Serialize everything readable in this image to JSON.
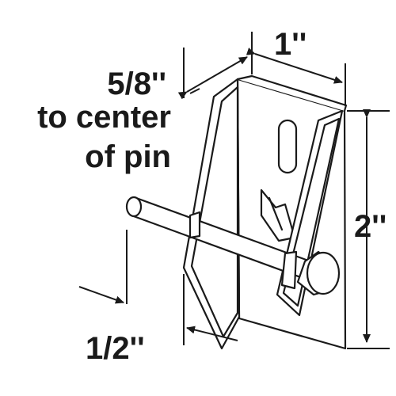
{
  "diagram": {
    "pin_depth_label": "5/8''",
    "pin_depth_line2": "to center",
    "pin_depth_line3": "of pin",
    "width_label": "1''",
    "height_label": "2''",
    "offset_label": "1/2''"
  },
  "colors": {
    "ink": "#1a1a1a",
    "background": "#ffffff"
  }
}
